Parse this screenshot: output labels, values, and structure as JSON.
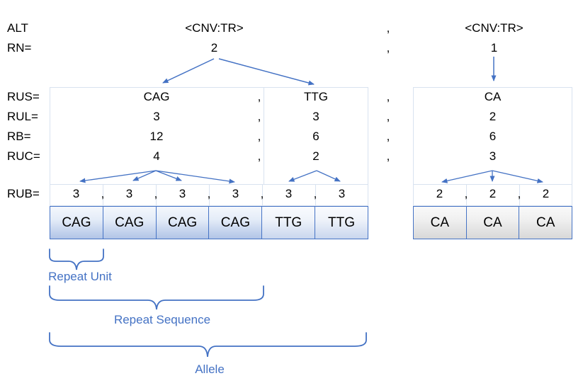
{
  "colors": {
    "accent": "#4472C4",
    "light_border": "#D8E2F0"
  },
  "comma": ",",
  "labels": {
    "alt": "ALT",
    "rn": "RN=",
    "rus": "RUS=",
    "rul": "RUL=",
    "rb": "RB=",
    "ruc": "RUC=",
    "rub": "RUB="
  },
  "header": {
    "allele1_alt": "<CNV:TR>",
    "allele1_rn": "2",
    "allele2_alt": "<CNV:TR>",
    "allele2_rn": "1"
  },
  "allele1": {
    "unit1": {
      "rus": "CAG",
      "rul": "3",
      "rb": "12",
      "ruc": "4"
    },
    "unit2": {
      "rus": "TTG",
      "rul": "3",
      "rb": "6",
      "ruc": "2"
    },
    "rub": [
      "3",
      "3",
      "3",
      "3",
      "3",
      "3"
    ],
    "boxes": [
      "CAG",
      "CAG",
      "CAG",
      "CAG",
      "TTG",
      "TTG"
    ]
  },
  "allele2": {
    "unit1": {
      "rus": "CA",
      "rul": "2",
      "rb": "6",
      "ruc": "3"
    },
    "rub": [
      "2",
      "2",
      "2"
    ],
    "boxes": [
      "CA",
      "CA",
      "CA"
    ]
  },
  "annotations": {
    "repeat_unit": "Repeat Unit",
    "repeat_sequence": "Repeat Sequence",
    "allele": "Allele"
  }
}
